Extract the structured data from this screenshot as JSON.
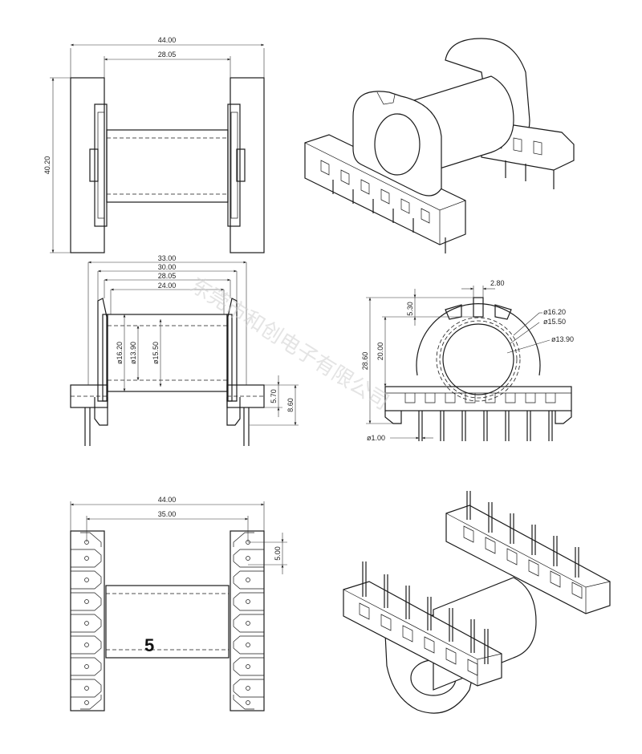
{
  "top_view": {
    "width_overall": "44.00",
    "width_inner": "28.05",
    "height": "40.20"
  },
  "front_view": {
    "w1": "33.00",
    "w2": "30.00",
    "w3": "28.05",
    "w4": "24.00",
    "d1": "ø16.20",
    "d2": "ø13.90",
    "d3": "ø15.50",
    "h1": "5.70",
    "h2": "8.60"
  },
  "side_view": {
    "slot_width": "2.80",
    "slot_depth": "5.30",
    "inner_height": "20.00",
    "total_height": "28.60",
    "d1": "ø16.20",
    "d2": "ø15.50",
    "d3": "ø13.90",
    "pin_dia": "ø1.00"
  },
  "bottom_view": {
    "width_overall": "44.00",
    "pin_span": "35.00",
    "pin_pitch": "5.00",
    "label": "5"
  },
  "watermark": "东莞市和创电子有限公司"
}
